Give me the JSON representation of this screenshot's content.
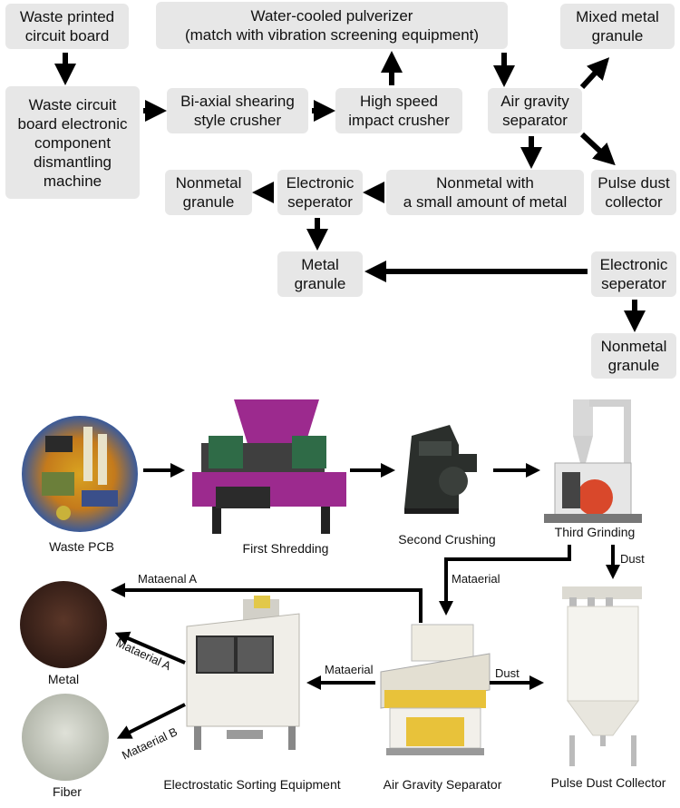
{
  "flowchart": {
    "waste_pcb": "Waste printed\ncircuit board",
    "dismantling": "Waste circuit\nboard electronic\ncomponent\ndismantling\nmachine",
    "shearing": "Bi-axial shearing\nstyle crusher",
    "impact": "High speed\nimpact crusher",
    "pulverizer": "Water-cooled pulverizer\n(match with vibration screening equipment)",
    "air_gravity": "Air gravity\nseparator",
    "mixed_metal": "Mixed metal\ngranule",
    "pulse_dust": "Pulse dust\ncollector",
    "nonmetal_small_metal": "Nonmetal with\na small amount of metal",
    "electronic_sep_1": "Electronic\nseperator",
    "nonmetal_granule_1": "Nonmetal\ngranule",
    "metal_granule": "Metal\ngranule",
    "electronic_sep_2": "Electronic\nseperator",
    "nonmetal_granule_2": "Nonmetal\ngranule"
  },
  "process": {
    "waste_pcb": "Waste PCB",
    "first_shredding": "First  Shredding",
    "second_crushing": "Second Crushing",
    "third_grinding": "Third Grinding",
    "metal": "Metal",
    "fiber": "Fiber",
    "electrostatic": "Electrostatic Sorting Equipment",
    "air_gravity": "Air Gravity Separator",
    "pulse_dust": "Pulse Dust Collector"
  },
  "edge_labels": {
    "mataenal_a": "Mataenal A",
    "mataerial_top": "Mataerial",
    "dust_top": "Dust",
    "mataerial_a": "Mataerial A",
    "mataerial_b": "Mataerial B",
    "mataerial_left": "Mataerial",
    "dust_right": "Dust"
  },
  "colors": {
    "box_fill": "#e7e7e7",
    "arrow": "#000000",
    "shredder_purple": "#9c2a8e",
    "motor_green": "#2f6b47",
    "dark_machine": "#2b2f2c",
    "cabinet_white": "#f0eee8",
    "separator_yellow": "#e8c23a",
    "metal_powder": "#4a2c22",
    "fiber_powder": "#c9ccc2"
  }
}
